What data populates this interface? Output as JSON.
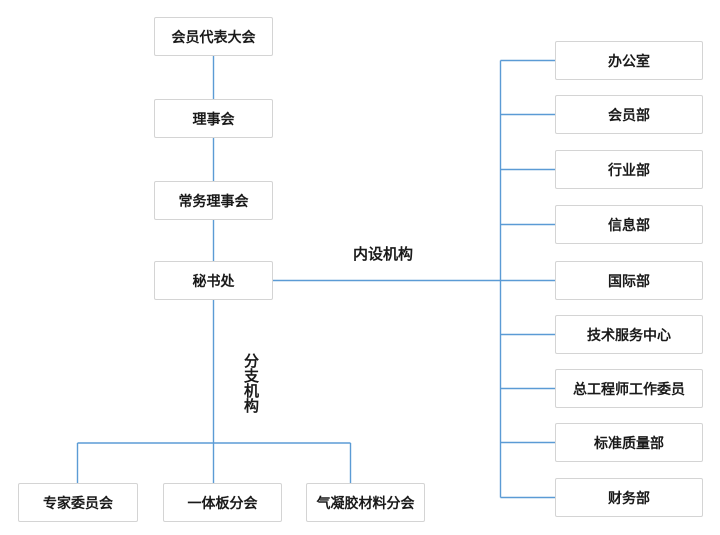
{
  "diagram": {
    "type": "org-chart",
    "main_chain": {
      "items": [
        {
          "label": "会员代表大会"
        },
        {
          "label": "理事会"
        },
        {
          "label": "常务理事会"
        },
        {
          "label": "秘书处"
        }
      ]
    },
    "internal_section": {
      "label": "内设机构",
      "items": [
        {
          "label": "办公室"
        },
        {
          "label": "会员部"
        },
        {
          "label": "行业部"
        },
        {
          "label": "信息部"
        },
        {
          "label": "国际部"
        },
        {
          "label": "技术服务中心"
        },
        {
          "label": "总工程师工作委员"
        },
        {
          "label": "标准质量部"
        },
        {
          "label": "财务部"
        }
      ]
    },
    "branch_section": {
      "label": "分支机构",
      "items": [
        {
          "label": "专家委员会"
        },
        {
          "label": "一体板分会"
        },
        {
          "label": "气凝胶材料分会"
        }
      ]
    },
    "colors": {
      "connector_blue": "#5b9bd5",
      "box_border_gray": "#d4d4d4",
      "text_black": "#1a1a1a",
      "background": "#ffffff"
    }
  }
}
